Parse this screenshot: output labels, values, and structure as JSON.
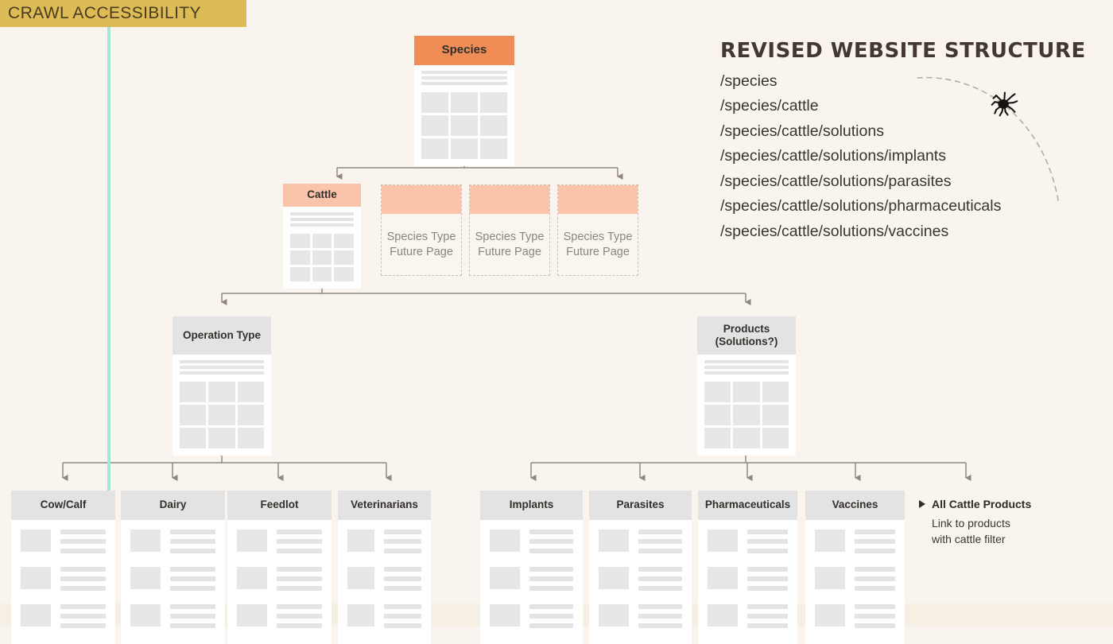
{
  "banner": {
    "label": "CRAWL ACCESSIBILITY",
    "color": "#DDBC55"
  },
  "guide": {
    "color": "#A6E6DA"
  },
  "info_panel": {
    "title": "REVISED WEBSITE STRUCTURE",
    "urls": [
      "/species",
      "/species/cattle",
      "/species/cattle/solutions",
      "/species/cattle/solutions/implants",
      "/species/cattle/solutions/parasites",
      "/species/cattle/solutions/pharmaceuticals",
      "/species/cattle/solutions/vaccines"
    ],
    "crawler_icon": "spider-icon"
  },
  "tree": {
    "root": {
      "label": "Species",
      "header_color": "#F08C55"
    },
    "level2": {
      "primary": {
        "label": "Cattle",
        "header_color": "#F9C4AA"
      },
      "future_pages": [
        {
          "label": "Species Type Future Page"
        },
        {
          "label": "Species Type Future Page"
        },
        {
          "label": "Species Type Future Page"
        }
      ]
    },
    "level3": [
      {
        "label": "Operation Type",
        "header_color": "#E3E3E3"
      },
      {
        "label": "Products (Solutions?)",
        "header_color": "#E3E3E3"
      }
    ],
    "level4_operation": [
      {
        "label": "Cow/Calf"
      },
      {
        "label": "Dairy"
      },
      {
        "label": "Feedlot"
      },
      {
        "label": "Veterinarians"
      }
    ],
    "level4_products": [
      {
        "label": "Implants"
      },
      {
        "label": "Parasites"
      },
      {
        "label": "Pharmaceuticals"
      },
      {
        "label": "Vaccines"
      }
    ]
  },
  "note": {
    "title": "All Cattle Products",
    "line1": "Link to products",
    "line2": "with cattle filter"
  }
}
